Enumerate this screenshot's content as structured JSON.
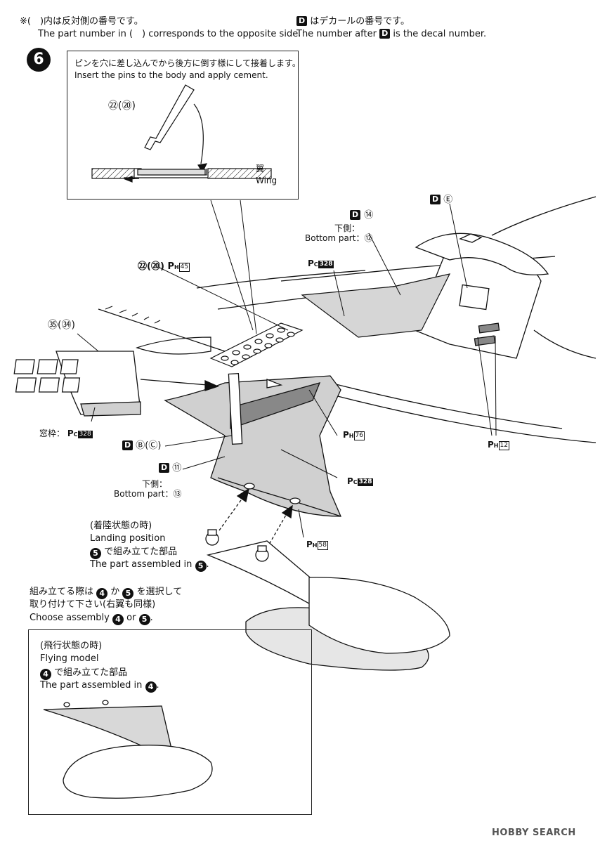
{
  "header": {
    "note_jp": "※(　)内は反対側の番号です。",
    "note_en": "The part number in (　) corresponds to the opposite side.",
    "decal_icon": "D",
    "decal_jp": "はデカールの番号です。",
    "decal_en_a": "The number after",
    "decal_en_b": "is the decal number."
  },
  "step": {
    "number": "6"
  },
  "inset_top": {
    "text_jp": "ピンを穴に差し込んでから後方に倒す様にして接着します。",
    "text_en": "Insert the pins to the body and apply cement.",
    "part": "㉒",
    "part_opp": "(⑳)",
    "wing_jp": "翼",
    "wing_en": "Wing"
  },
  "callouts": {
    "d14_icon": "D",
    "d14_num": "⑭",
    "d14_bottom_jp": "下側：",
    "d14_bottom_en": "Bottom part：",
    "d14_bottom_num": "⑫",
    "de_icon": "D",
    "de_num": "Ⓔ",
    "pc_top": {
      "p": "P",
      "s": "C",
      "n": "328"
    },
    "ph45": {
      "part": "㉒",
      "opp": "(⑳)",
      "p": "P",
      "s": "H",
      "n": "45"
    },
    "part35": "㉟",
    "part34": "(㉞)",
    "window_jp": "窓枠：",
    "window_pc": {
      "p": "P",
      "s": "C",
      "n": "328"
    },
    "dbc_icon": "D",
    "dbc_num": "Ⓑ(Ⓒ)",
    "d11_icon": "D",
    "d11_num": "⑪",
    "d11_bottom_jp": "下側：",
    "d11_bottom_en": "Bottom part：",
    "d11_bottom_num": "⑬",
    "ph76": {
      "p": "P",
      "s": "H",
      "n": "76"
    },
    "pc_mid": {
      "p": "P",
      "s": "C",
      "n": "328"
    },
    "ph12": {
      "p": "P",
      "s": "H",
      "n": "12"
    },
    "ph58": {
      "p": "P",
      "s": "H",
      "n": "58"
    }
  },
  "landing": {
    "jp": "(着陸状態の時)",
    "en": "Landing position",
    "step_icon": "5",
    "assembled_jp": "で組み立てた部品",
    "assembled_en": "The part assembled in",
    "assembled_step": "5"
  },
  "choose": {
    "jp_a": "組み立てる際は",
    "step_a": "4",
    "jp_b": "か",
    "step_b": "5",
    "jp_c": "を選択して",
    "jp_line2": "取り付けて下さい(右翼も同様)",
    "en": "Choose assembly",
    "en_or": "or"
  },
  "flying": {
    "jp": "(飛行状態の時)",
    "en": "Flying model",
    "step_icon": "4",
    "assembled_jp": "で組み立てた部品",
    "assembled_en": "The part assembled in",
    "assembled_step": "4"
  },
  "watermark": {
    "text": "HOBBY SEARCH"
  },
  "colors": {
    "ink": "#111111",
    "gray_fill": "#d0d0d0",
    "light_fill": "#e3e3e3"
  }
}
